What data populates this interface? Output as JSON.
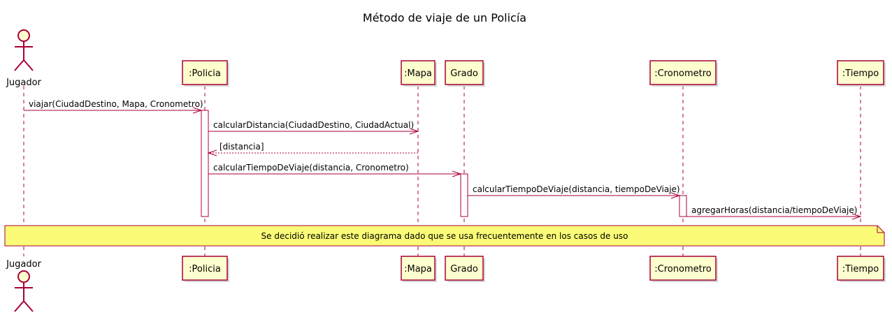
{
  "title": "Método de viaje de un Policía",
  "participants": [
    {
      "id": "jugador",
      "label": "Jugador",
      "kind": "actor"
    },
    {
      "id": "policia",
      "label": ":Policia",
      "kind": "box"
    },
    {
      "id": "mapa",
      "label": ":Mapa",
      "kind": "box"
    },
    {
      "id": "grado",
      "label": "Grado",
      "kind": "box"
    },
    {
      "id": "cronometro",
      "label": ":Cronometro",
      "kind": "box"
    },
    {
      "id": "tiempo",
      "label": ":Tiempo",
      "kind": "box"
    }
  ],
  "messages": [
    {
      "from": "jugador",
      "to": "policia",
      "label": "viajar(CiudadDestino, Mapa, Cronometro)",
      "style": "sync"
    },
    {
      "from": "policia",
      "to": "mapa",
      "label": "calcularDistancia(CiudadDestino, CiudadActual)",
      "style": "sync"
    },
    {
      "from": "mapa",
      "to": "policia",
      "label": "[distancia]",
      "style": "return"
    },
    {
      "from": "policia",
      "to": "grado",
      "label": "calcularTiempoDeViaje(distancia, Cronometro)",
      "style": "sync"
    },
    {
      "from": "grado",
      "to": "cronometro",
      "label": "calcularTiempoDeViaje(distancia, tiempoDeViaje)",
      "style": "sync"
    },
    {
      "from": "cronometro",
      "to": "tiempo",
      "label": "agregarHoras(distancia/tiempoDeViaje)",
      "style": "sync"
    }
  ],
  "note": "Se decidió realizar este diagrama dado que se usa frecuentemente en los casos de uso",
  "colors": {
    "box_fill": "#FEFECE",
    "border": "#A80036",
    "note_fill": "#FBFB77",
    "note_border": "#A80036",
    "line": "#A80036",
    "text": "#000000"
  }
}
